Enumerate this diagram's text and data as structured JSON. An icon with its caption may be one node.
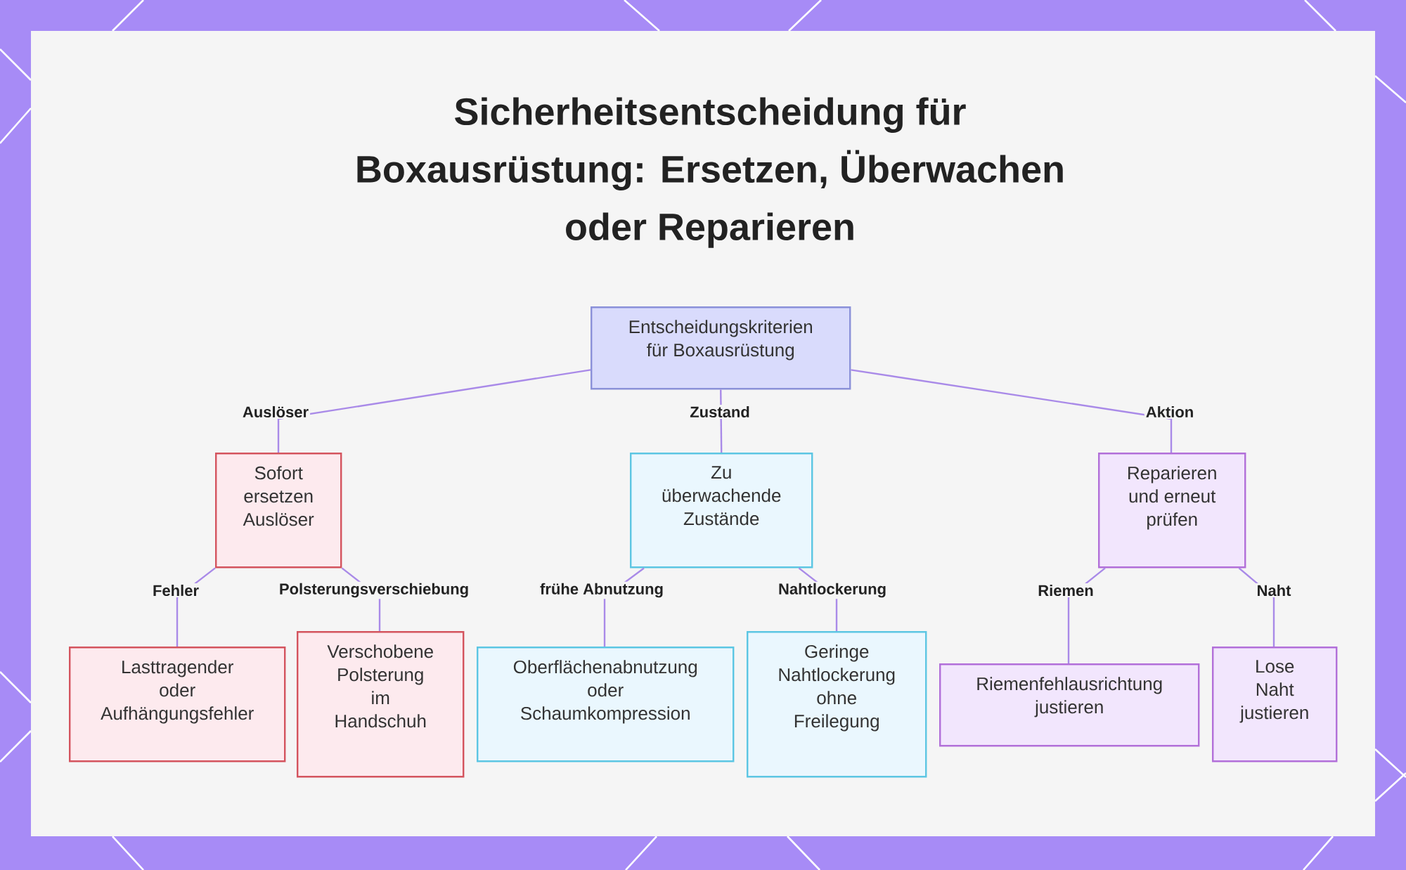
{
  "diagram": {
    "title": "Sicherheitsentscheidung für Boxausrüstung: Ersetzen, Überwachen oder Reparieren",
    "nodes": [
      {
        "text": [
          "Entscheidungskriterien für Boxausrüstung"
        ]
      },
      {
        "text": [
          "Sofort ersetzen Auslöser"
        ]
      },
      {
        "text": [
          "Zu überwachende Zustände"
        ]
      },
      {
        "text": [
          "Reparieren und erneut prüfen"
        ]
      },
      {
        "text": [
          "Lasttragender oder Aufhängungsfehler"
        ]
      },
      {
        "text": [
          "Verschobene Polsterung im Handschuh"
        ]
      },
      {
        "text": [
          "Oberflächenabnutzung oder Schaumkompression"
        ]
      },
      {
        "text": [
          "Geringe Nahtlockerung ohne Freilegung"
        ]
      },
      {
        "text": [
          "Riemenfehlausrichtung justieren"
        ]
      },
      {
        "text": [
          "Lose Naht justieren"
        ]
      }
    ],
    "edges": [
      {
        "from": 0,
        "to": 1,
        "arrow": "none",
        "label": "Auslöser"
      },
      {
        "from": 0,
        "to": 2,
        "arrow": "none",
        "label": "Zustand"
      },
      {
        "from": 0,
        "to": 3,
        "arrow": "none",
        "label": "Aktion"
      },
      {
        "from": 1,
        "to": 4,
        "arrow": "none",
        "label": "Fehler"
      },
      {
        "from": 1,
        "to": 5,
        "arrow": "none",
        "label": "Polsterungsverschiebung"
      },
      {
        "from": 2,
        "to": 6,
        "arrow": "none",
        "label": "frühe Abnutzung"
      },
      {
        "from": 2,
        "to": 7,
        "arrow": "none",
        "label": "Nahtlockerung"
      },
      {
        "from": 3,
        "to": 8,
        "arrow": "none",
        "label": "Riemen"
      },
      {
        "from": 3,
        "to": 9,
        "arrow": "none",
        "label": "Naht"
      }
    ]
  }
}
